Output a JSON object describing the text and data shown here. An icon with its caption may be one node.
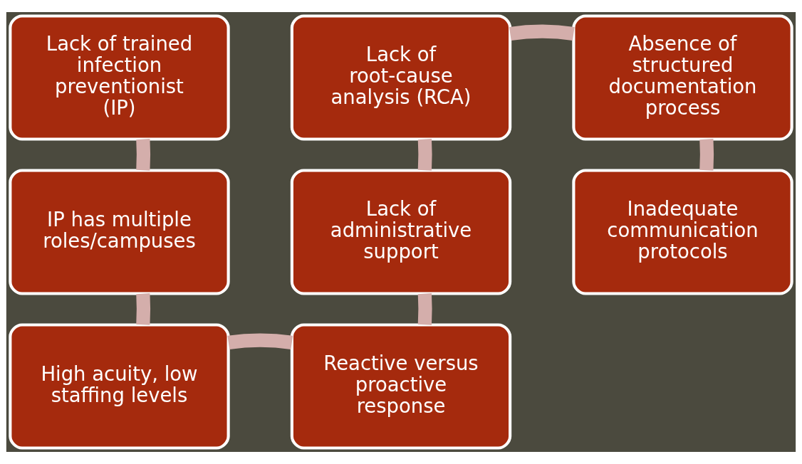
{
  "diagram": {
    "nodes": [
      {
        "text": [
          "Lack of trained infection preventionist (IP)"
        ]
      },
      {
        "text": [
          "IP has multiple roles/campuses"
        ]
      },
      {
        "text": [
          "High acuity, low staffing levels"
        ]
      },
      {
        "text": [
          "Reactive versus proactive response"
        ]
      },
      {
        "text": [
          "Lack of administrative support"
        ]
      },
      {
        "text": [
          "Lack of root-cause analysis (RCA)"
        ]
      },
      {
        "text": [
          "Absence of structured documentation process"
        ]
      },
      {
        "text": [
          "Inadequate communication protocols"
        ]
      }
    ],
    "edges": [
      {
        "from": 0,
        "to": 1,
        "arrow": "none"
      },
      {
        "from": 1,
        "to": 2,
        "arrow": "none"
      },
      {
        "from": 2,
        "to": 3,
        "arrow": "none"
      },
      {
        "from": 3,
        "to": 4,
        "arrow": "none"
      },
      {
        "from": 4,
        "to": 5,
        "arrow": "none"
      },
      {
        "from": 5,
        "to": 6,
        "arrow": "none"
      },
      {
        "from": 6,
        "to": 7,
        "arrow": "none"
      }
    ]
  }
}
